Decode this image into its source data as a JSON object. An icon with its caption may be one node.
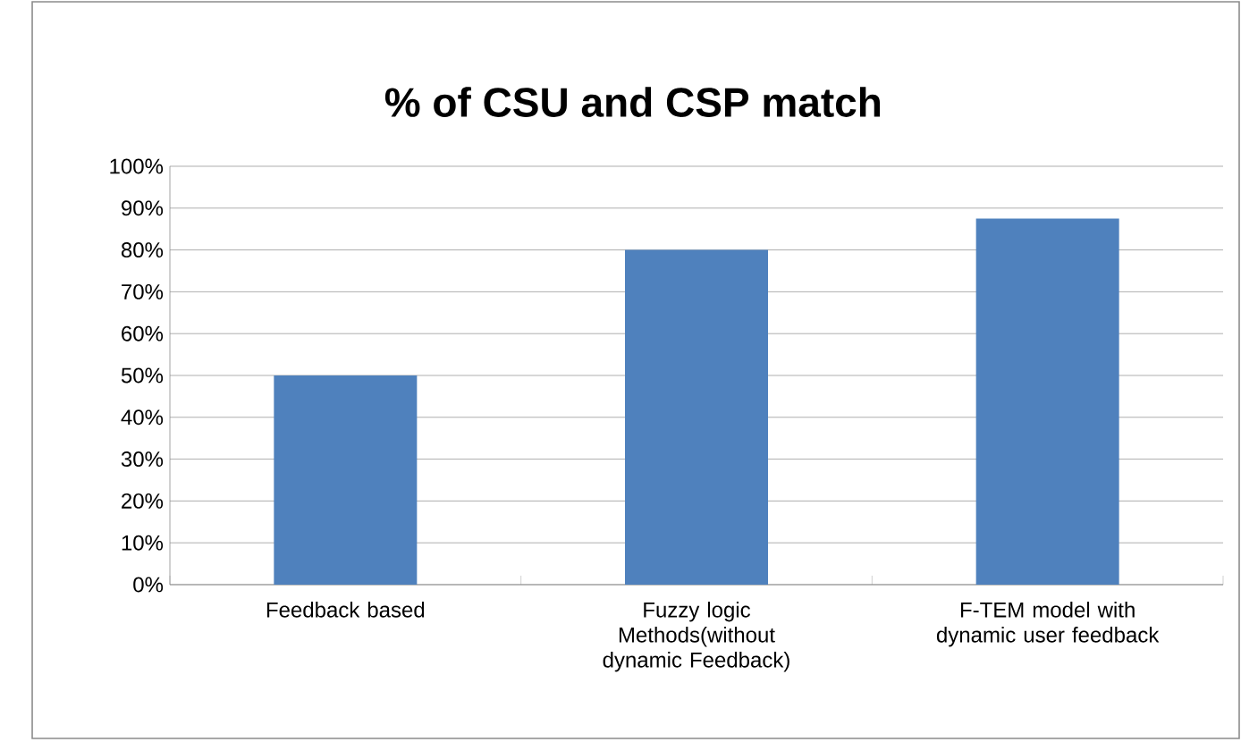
{
  "diagram": {
    "chart_data": {
      "type": "bar",
      "title": "% of CSU and CSP match",
      "categories": [
        "Feedback based",
        "Fuzzy logic Methods(without dynamic Feedback)",
        "F-TEM model with dynamic user feedback"
      ],
      "series": [
        {
          "color": "#4f81bd",
          "values": [
            50,
            80,
            87.5
          ]
        }
      ],
      "ylim": [
        0,
        100
      ],
      "grid": "y",
      "yticks": [
        {
          "value": 0,
          "label": "0%"
        },
        {
          "value": 10,
          "label": "10%"
        },
        {
          "value": 20,
          "label": "20%"
        },
        {
          "value": 30,
          "label": "30%"
        },
        {
          "value": 40,
          "label": "40%"
        },
        {
          "value": 50,
          "label": "50%"
        },
        {
          "value": 60,
          "label": "60%"
        },
        {
          "value": 70,
          "label": "70%"
        },
        {
          "value": 80,
          "label": "80%"
        },
        {
          "value": 90,
          "label": "90%"
        },
        {
          "value": 100,
          "label": "100%"
        }
      ]
    }
  }
}
